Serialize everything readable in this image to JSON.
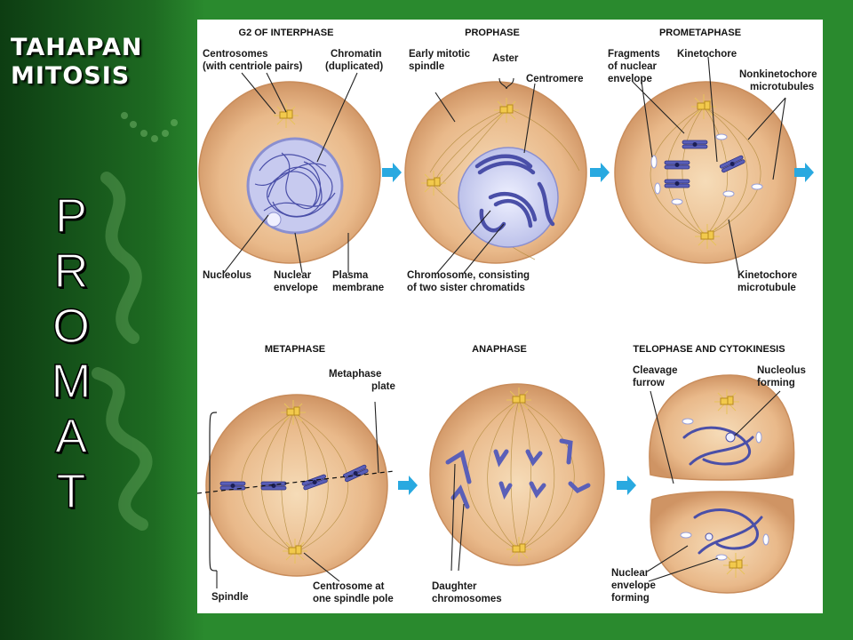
{
  "side": {
    "title_line1": "TAHAPAN",
    "title_line2": "MITOSIS",
    "letters": [
      "P",
      "R",
      "O",
      "M",
      "A",
      "T"
    ]
  },
  "stages": {
    "g2": "G2 OF INTERPHASE",
    "prophase": "PROPHASE",
    "prometaphase": "PROMETAPHASE",
    "metaphase": "METAPHASE",
    "anaphase": "ANAPHASE",
    "telophase": "TELOPHASE AND CYTOKINESIS"
  },
  "labels": {
    "centrosomes_1": "Centrosomes",
    "centrosomes_2": "(with centriole pairs)",
    "chromatin_1": "Chromatin",
    "chromatin_2": "(duplicated)",
    "nucleolus": "Nucleolus",
    "nuclear_envelope_1": "Nuclear",
    "nuclear_envelope_2": "envelope",
    "plasma_membrane_1": "Plasma",
    "plasma_membrane_2": "membrane",
    "early_spindle_1": "Early mitotic",
    "early_spindle_2": "spindle",
    "aster": "Aster",
    "centromere": "Centromere",
    "chromosome_1": "Chromosome, consisting",
    "chromosome_2": "of two sister chromatids",
    "fragments_1": "Fragments",
    "fragments_2": "of nuclear",
    "fragments_3": "envelope",
    "kinetochore": "Kinetochore",
    "nonkinetochore_1": "Nonkinetochore",
    "nonkinetochore_2": "microtubules",
    "kinetochore_mt_1": "Kinetochore",
    "kinetochore_mt_2": "microtubule",
    "metaphase_plate_1": "Metaphase",
    "metaphase_plate_2": "plate",
    "spindle": "Spindle",
    "centrosome_pole_1": "Centrosome at",
    "centrosome_pole_2": "one spindle pole",
    "daughter_1": "Daughter",
    "daughter_2": "chromosomes",
    "cleavage_1": "Cleavage",
    "cleavage_2": "furrow",
    "nucleolus_forming_1": "Nucleolus",
    "nucleolus_forming_2": "forming",
    "nuclear_env_forming_1": "Nuclear",
    "nuclear_env_forming_2": "envelope",
    "nuclear_env_forming_3": "forming"
  },
  "colors": {
    "cell_fill": "#e9b98a",
    "cell_edge": "#c98d5c",
    "chromosome": "#5a5fb8",
    "arrow": "#29a9e0",
    "centrosome": "#f2c94c",
    "background_green": "#2a8a2e"
  }
}
